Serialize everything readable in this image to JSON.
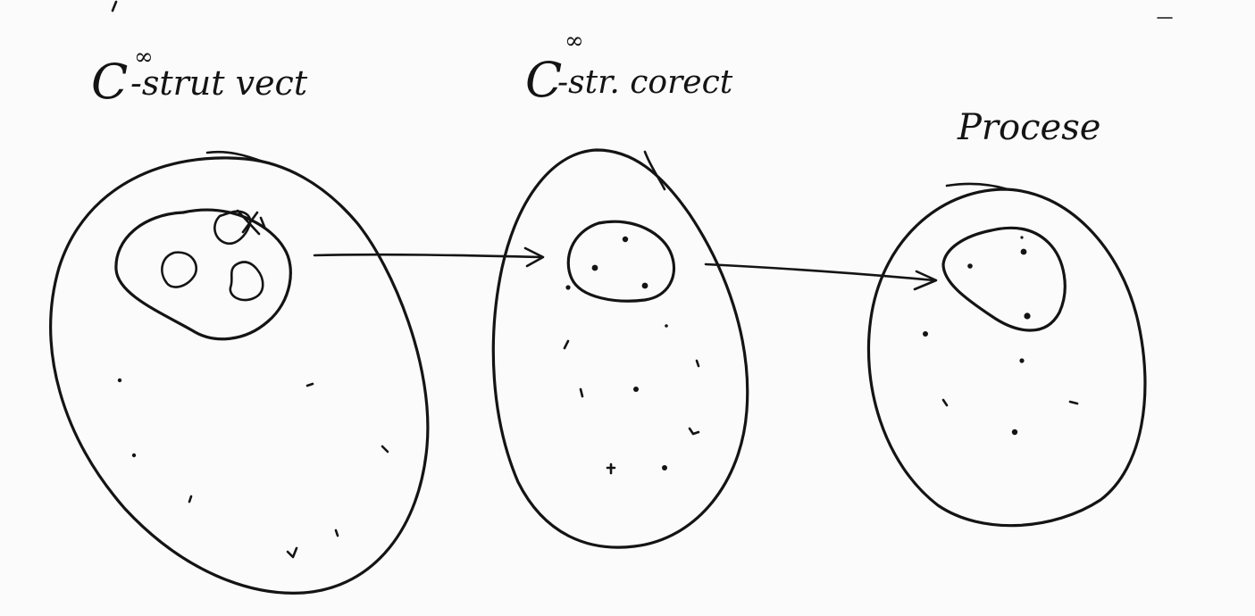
{
  "labels": {
    "set_1": {
      "base": "C",
      "superscript": "∞",
      "rest": "-strut vect"
    },
    "set_2": {
      "base": "C",
      "superscript": "∞",
      "rest": "-str. corect"
    },
    "set_3": {
      "base": "",
      "superscript": "",
      "rest": "Procese"
    }
  },
  "ink_color": "#141414",
  "paper_color": "#fbfbfb"
}
